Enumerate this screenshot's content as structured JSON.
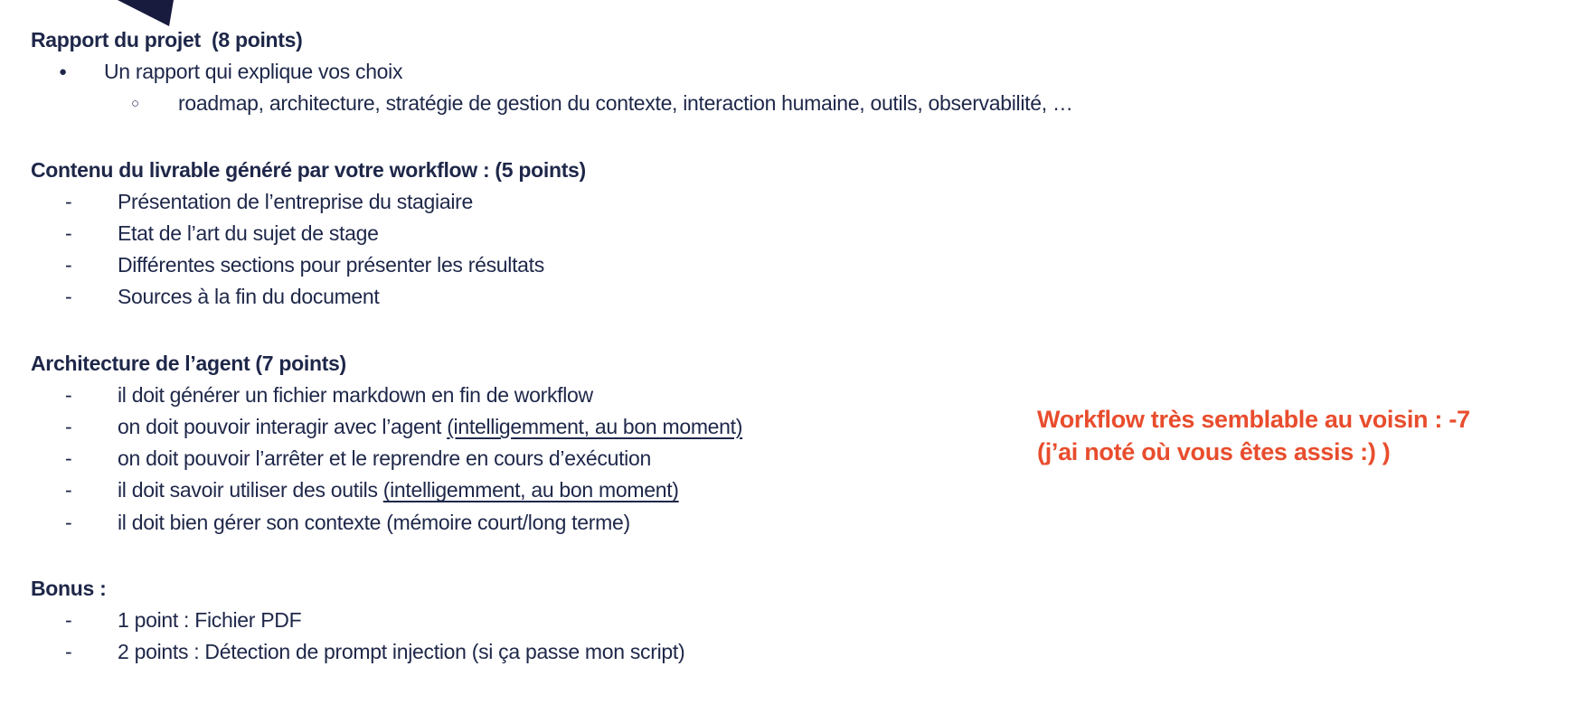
{
  "page": {
    "background": "#ffffff",
    "text_color": "#1e2749",
    "accent_color": "#e84d2d",
    "triangle_color": "#181a3e"
  },
  "markers": {
    "bullet": "●",
    "circle": "○",
    "dash": "-"
  },
  "sections": [
    {
      "heading": "Rapport du projet  (8 points)",
      "items": [
        {
          "level": "bullet",
          "text": "Un rapport qui explique vos choix"
        },
        {
          "level": "circle",
          "text": "roadmap, architecture, stratégie de gestion du contexte, interaction humaine, outils, observabilité, …"
        }
      ]
    },
    {
      "heading": "Contenu du livrable généré par votre workflow : (5 points)",
      "items": [
        {
          "level": "dash",
          "text": "Présentation de l’entreprise du stagiaire"
        },
        {
          "level": "dash",
          "text": "Etat de l’art du sujet de stage"
        },
        {
          "level": "dash",
          "text": "Différentes sections pour présenter les résultats"
        },
        {
          "level": "dash",
          "text": "Sources à la fin du document"
        }
      ]
    },
    {
      "heading": "Architecture de l’agent (7 points)",
      "items": [
        {
          "level": "dash",
          "text": "il doit générer un fichier markdown en fin de workflow"
        },
        {
          "level": "dash",
          "text": "on doit pouvoir interagir avec l’agent ",
          "underlined": "(intelligemment, au bon moment)"
        },
        {
          "level": "dash",
          "text": "on doit pouvoir l’arrêter et le reprendre en cours d’exécution"
        },
        {
          "level": "dash",
          "text": "il doit savoir utiliser des outils ",
          "underlined": "(intelligemment, au bon moment)"
        },
        {
          "level": "dash",
          "text": "il doit bien gérer son contexte (mémoire court/long terme)"
        }
      ]
    },
    {
      "heading": "Bonus :",
      "items": [
        {
          "level": "dash",
          "text": "1 point : Fichier PDF"
        },
        {
          "level": "dash",
          "text": "2 points : Détection de prompt injection (si ça passe mon script)"
        }
      ]
    }
  ],
  "annotation": {
    "line1": "Workflow très semblable au voisin : -7",
    "line2": "(j’ai noté où vous êtes assis :) )"
  }
}
